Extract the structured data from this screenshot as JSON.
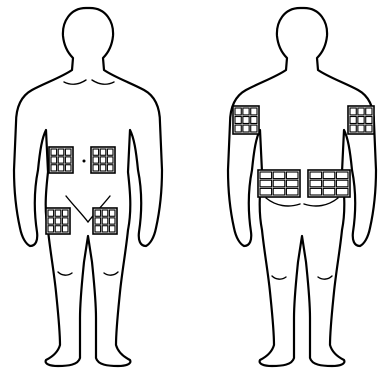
{
  "figure": {
    "views": [
      "front",
      "back"
    ],
    "zone_grid": {
      "rows": 3,
      "cols": 3
    },
    "zones": {
      "front": [
        "abdomen-left",
        "abdomen-right",
        "thigh-left",
        "thigh-right"
      ],
      "back": [
        "upper-arm-left",
        "upper-arm-right",
        "buttock-left",
        "buttock-right"
      ]
    },
    "colors": {
      "line": "#000000",
      "fill": "#ffffff"
    }
  }
}
